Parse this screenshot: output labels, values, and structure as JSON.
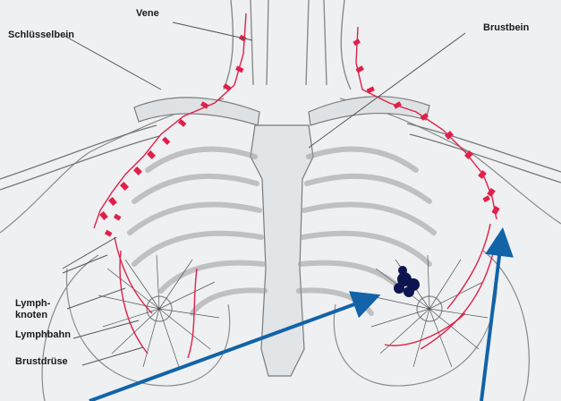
{
  "labels": {
    "vene": "Vene",
    "schluesselbein": "Schlüsselbein",
    "brustbein": "Brustbein",
    "lymphknoten": "Lymph-\nknoten",
    "lymphbahn": "Lymphbahn",
    "brustdruese": "Brustdrüse"
  },
  "colors": {
    "lymph": "#e0204a",
    "tumor": "#0d1550",
    "arrow": "#1263a8",
    "line": "#555555"
  }
}
